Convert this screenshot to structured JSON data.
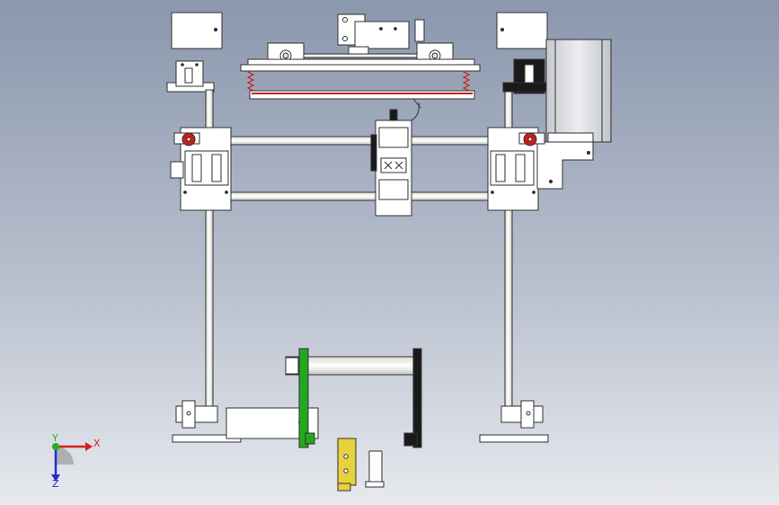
{
  "viewport": {
    "background_top": "#8b97ad",
    "background_bottom": "#e7e9ee"
  },
  "triad": {
    "x_label": "X",
    "y_label": "Y",
    "z_label": "Z",
    "x_color": "#d42020",
    "y_color": "#20b020",
    "z_color": "#2030c8"
  },
  "colors": {
    "part_fill": "#ffffff",
    "part_stroke": "#303030",
    "rail_fill": "#f2f2ec",
    "accent_red": "#c81e1e",
    "accent_green": "#22a81e",
    "accent_yellow": "#e6d23c",
    "motor_grey": "#d6d8dc",
    "dark_part": "#1a1a1a"
  },
  "icons": {
    "triad": "coordinate-triad-icon"
  }
}
